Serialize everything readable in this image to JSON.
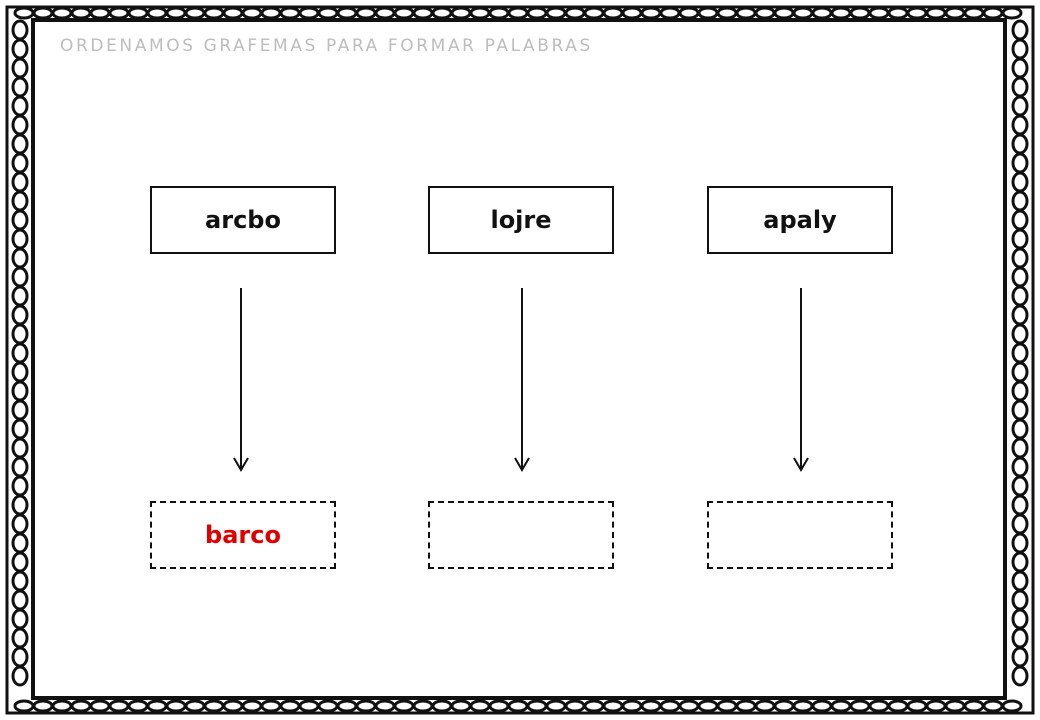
{
  "page": {
    "title": "ORDENAMOS GRAFEMAS PARA FORMAR PALABRAS"
  },
  "exercises": [
    {
      "scrambled": "arcbo",
      "answer": "barco"
    },
    {
      "scrambled": "lojre",
      "answer": ""
    },
    {
      "scrambled": "apaly",
      "answer": ""
    }
  ],
  "colors": {
    "answer_text": "#e00000",
    "border_ink": "#111111",
    "title_gray": "#bdbdbd"
  },
  "icons": {
    "frame": "scalloped-loop-border-icon",
    "arrow": "arrow-down-icon"
  }
}
